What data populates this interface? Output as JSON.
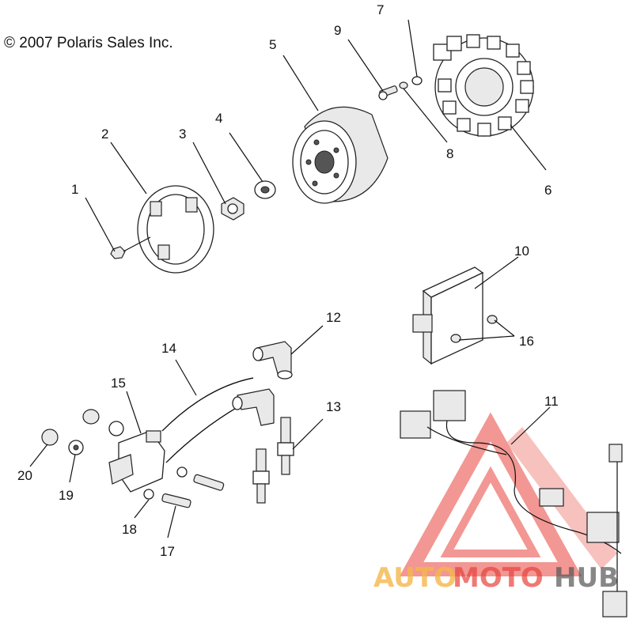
{
  "copyright": "© 2007 Polaris Sales Inc.",
  "callouts": [
    "1",
    "2",
    "3",
    "4",
    "5",
    "6",
    "7",
    "8",
    "9",
    "10",
    "11",
    "12",
    "13",
    "14",
    "15",
    "16",
    "17",
    "18",
    "19",
    "20"
  ],
  "watermark": {
    "part1": "AUTO",
    "part2": "MOTO",
    "part3": "HUB"
  },
  "colors": {
    "watermark_red": "#e8433b",
    "watermark_orange": "#f5b74a",
    "line": "#111111"
  }
}
